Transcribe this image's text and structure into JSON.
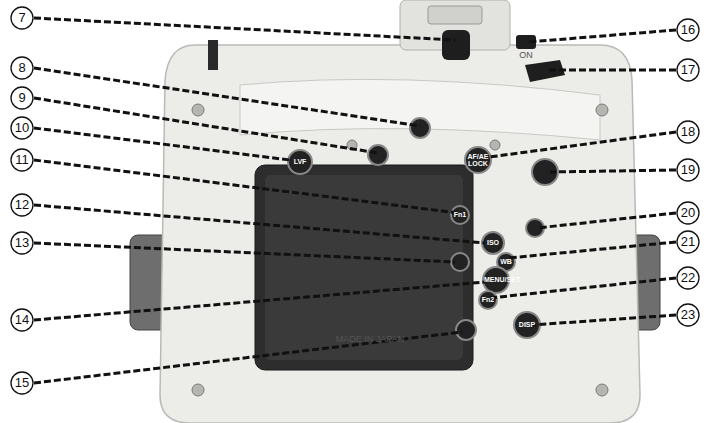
{
  "diagram": {
    "labels": [
      "7",
      "8",
      "9",
      "10",
      "11",
      "12",
      "13",
      "14",
      "15",
      "16",
      "17",
      "18",
      "19",
      "20",
      "21",
      "22",
      "23",
      "LVF",
      "AF/AE LOCK",
      "Fn1",
      "ISO",
      "WB",
      "MENU/SET",
      "Fn2",
      "DISP",
      "MADE IN JAPAN",
      "ON"
    ]
  }
}
